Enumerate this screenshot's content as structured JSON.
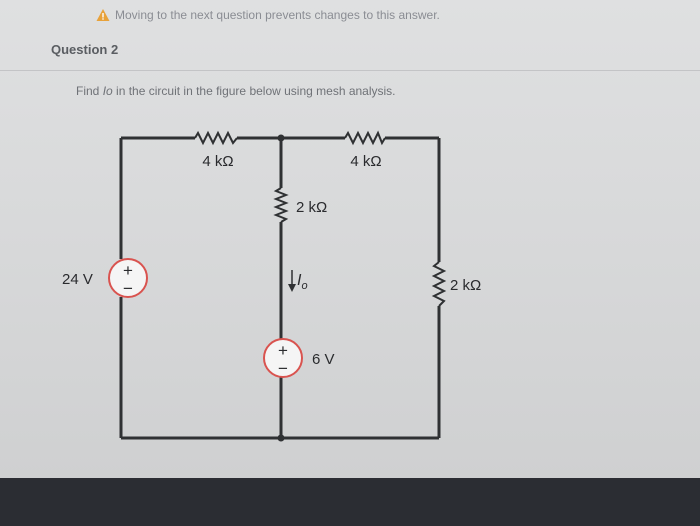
{
  "warning": {
    "text": "Moving to the next question prevents changes to this answer."
  },
  "question": {
    "label": "Question 2"
  },
  "prompt": {
    "before": "Find ",
    "var": "Io",
    "after": " in the circuit in the figure below using mesh analysis."
  },
  "circuit": {
    "r_top_left": "4 kΩ",
    "r_top_right": "4 kΩ",
    "r_middle": "2 kΩ",
    "r_right": "2 kΩ",
    "v_left": "24 V",
    "v_middle": "6 V",
    "current_main": "I",
    "current_sub": "o",
    "plus": "+",
    "minus": "−"
  },
  "colors": {
    "wire": "#2f3133",
    "source_ring": "#d9534f",
    "warn": "#f0ad4e"
  }
}
